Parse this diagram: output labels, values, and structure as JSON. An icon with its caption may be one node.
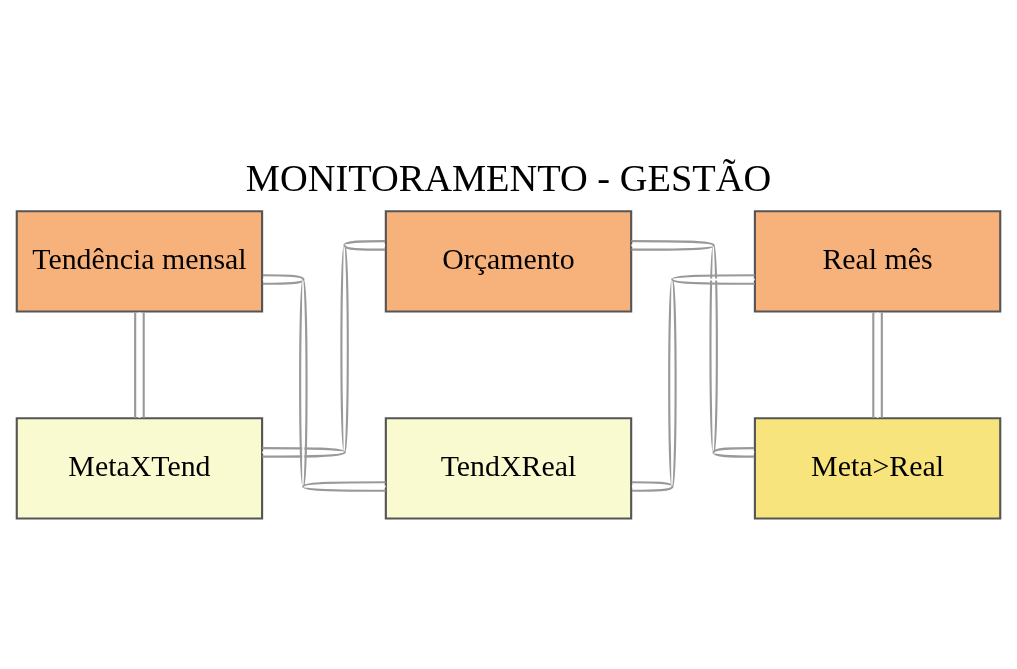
{
  "diagram": {
    "title": "MONITORAMENTO - GESTÃO",
    "nodes": [
      {
        "text": [
          "Orçamento"
        ]
      },
      {
        "text": [
          "Tendência mensal"
        ]
      },
      {
        "text": [
          "Real mês"
        ]
      },
      {
        "text": [
          "MetaXTend"
        ]
      },
      {
        "text": [
          "TendXReal"
        ]
      },
      {
        "text": [
          "Meta>Real"
        ]
      }
    ],
    "edges": [
      {
        "from": 0,
        "to": 3,
        "arrow": "none"
      },
      {
        "from": 1,
        "to": 3,
        "arrow": "none"
      },
      {
        "from": 1,
        "to": 4,
        "arrow": "none"
      },
      {
        "from": 2,
        "to": 4,
        "arrow": "none"
      },
      {
        "from": 0,
        "to": 5,
        "arrow": "none"
      },
      {
        "from": 2,
        "to": 5,
        "arrow": "none"
      }
    ]
  }
}
